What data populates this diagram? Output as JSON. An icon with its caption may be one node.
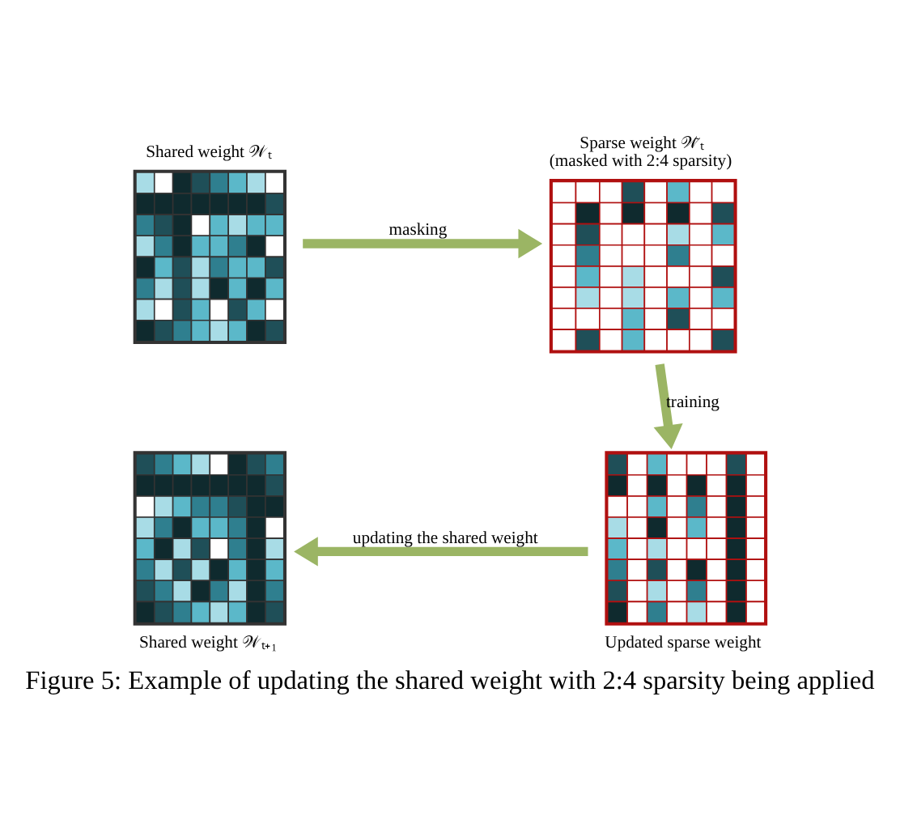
{
  "diagram": {
    "caption": "Figure 5: Example of updating the shared weight with 2:4 sparsity being applied",
    "nodes": [
      {
        "text": [
          "Shared weight 𝒲ₜ"
        ]
      },
      {
        "text": [
          "Sparse weight 𝒲̃ₜ",
          "(masked with 2:4 sparsity)"
        ]
      },
      {
        "text": [
          "Updated sparse weight"
        ]
      },
      {
        "text": [
          "Shared weight 𝒲ₜ₊₁"
        ]
      }
    ],
    "edges": [
      {
        "from": 0,
        "to": 1,
        "arrow": "to",
        "label": "masking"
      },
      {
        "from": 1,
        "to": 2,
        "arrow": "to",
        "label": "training"
      },
      {
        "from": 2,
        "to": 3,
        "arrow": "to",
        "label": "updating the shared weight"
      }
    ]
  }
}
